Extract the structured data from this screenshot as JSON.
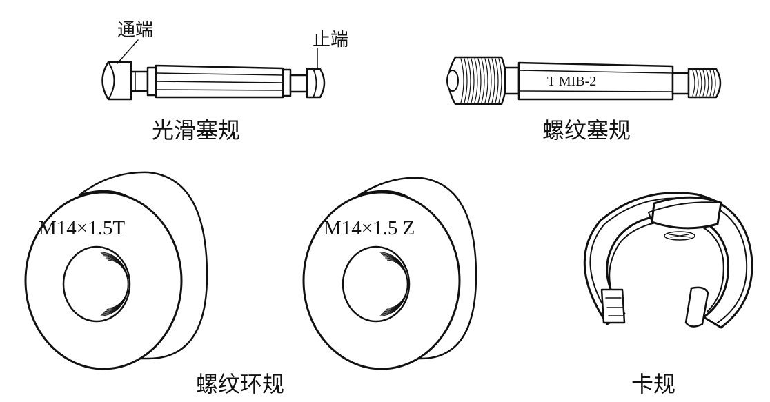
{
  "plain_plug_gauge": {
    "caption": "光滑塞规",
    "go_end_label": "通端",
    "no_go_end_label": "止端"
  },
  "thread_plug_gauge": {
    "caption": "螺纹塞规",
    "marking": "T  MIB-2"
  },
  "thread_ring_gauges": {
    "caption": "螺纹环规",
    "go_ring_marking": "M14×1.5T",
    "no_go_ring_marking": "M14×1.5  Z"
  },
  "snap_gauge": {
    "caption": "卡规"
  }
}
